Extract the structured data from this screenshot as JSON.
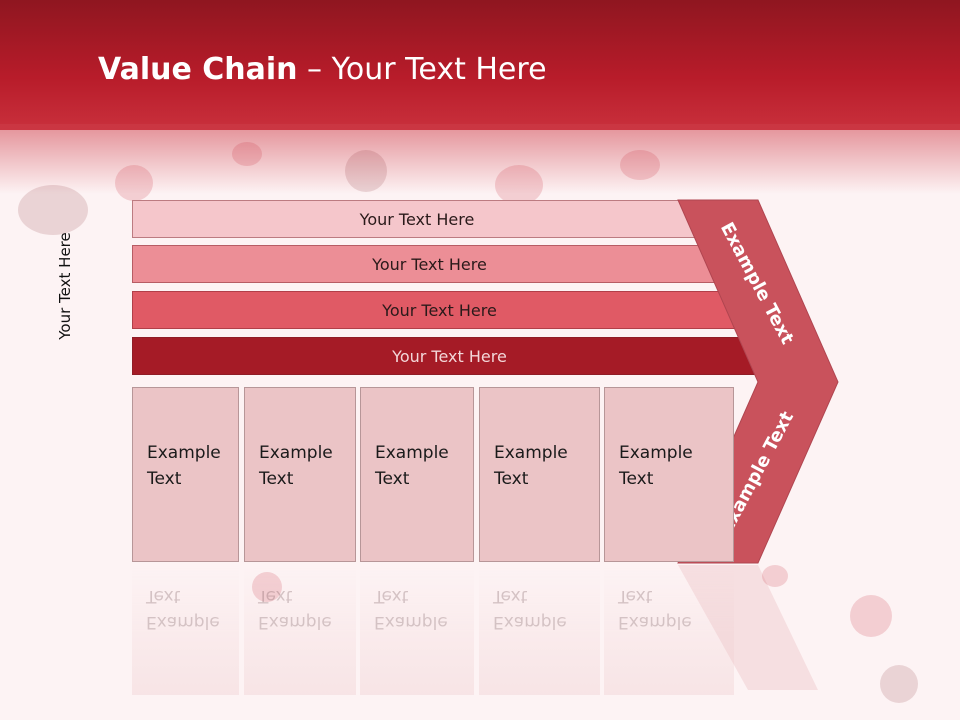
{
  "title": {
    "bold": "Value Chain",
    "rest": " – Your Text Here"
  },
  "side_label": "Your Text Here",
  "bars": [
    {
      "label": "Your Text Here",
      "color": "#f5c6cb"
    },
    {
      "label": "Your Text Here",
      "color": "#ec8e96"
    },
    {
      "label": "Your Text Here",
      "color": "#e05a65"
    },
    {
      "label": "Your Text Here",
      "color": "#a51b26"
    }
  ],
  "columns": [
    {
      "line1": "Example",
      "line2": "Text"
    },
    {
      "line1": "Example",
      "line2": "Text"
    },
    {
      "line1": "Example",
      "line2": "Text"
    },
    {
      "line1": "Example",
      "line2": "Text"
    },
    {
      "line1": "Example",
      "line2": "Text"
    }
  ],
  "chevron": {
    "top_label": "Example Text",
    "bottom_label": "Example Text",
    "color": "#c9525c"
  }
}
